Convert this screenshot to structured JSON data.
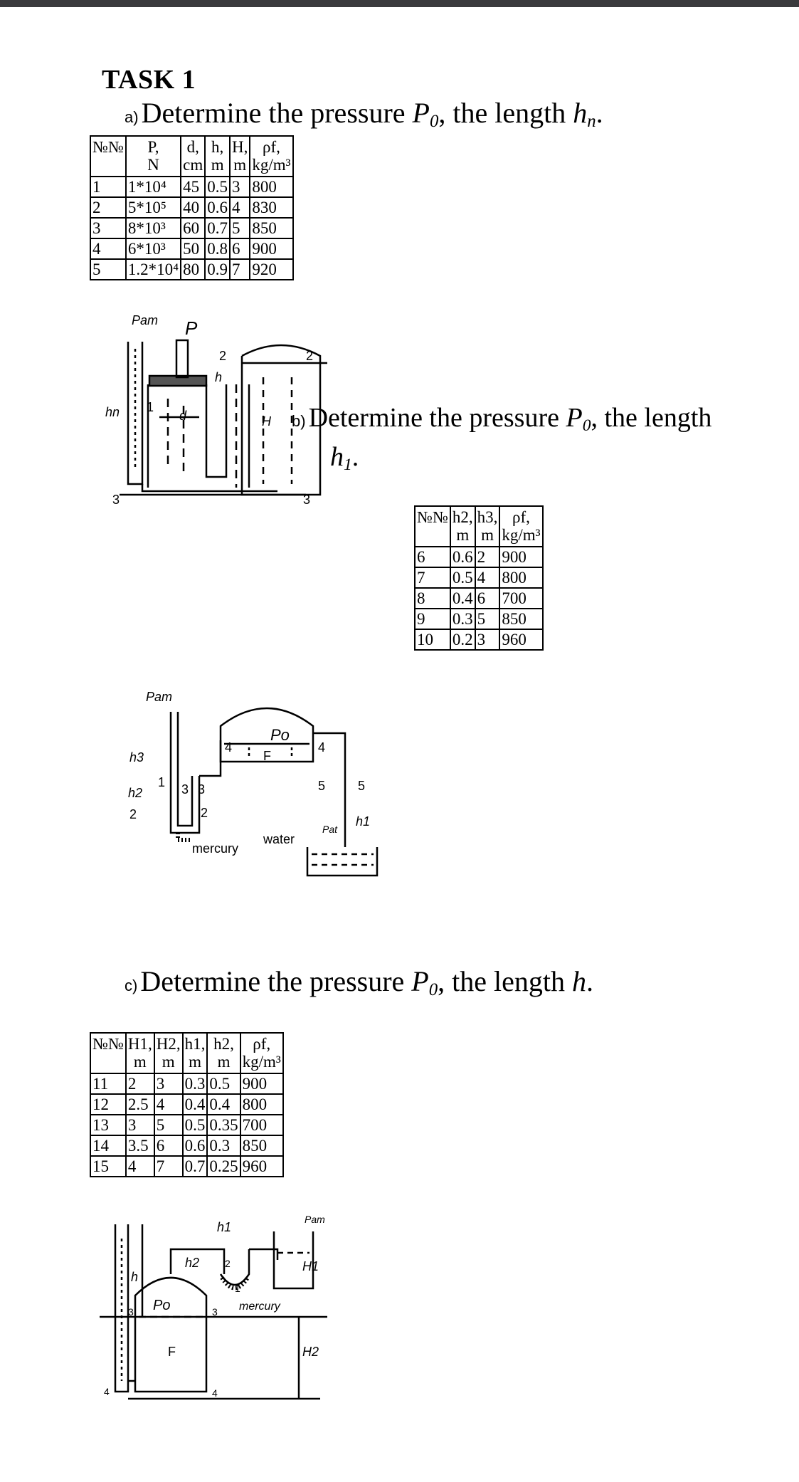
{
  "title": "TASK 1",
  "sections": {
    "a": {
      "marker": "a)",
      "text_before": "Determine the pressure ",
      "var1": "P",
      "sub1": "0",
      "text_middle": ", the length ",
      "var2": "h",
      "sub2": "n",
      "text_after": ".",
      "columns": [
        {
          "l1": "№№",
          "l2": ""
        },
        {
          "l1": "P,",
          "l2": "N"
        },
        {
          "l1": "d,",
          "l2": "cm"
        },
        {
          "l1": "h,",
          "l2": "m"
        },
        {
          "l1": "H,",
          "l2": "m"
        },
        {
          "l1": "ρf,",
          "l2": "kg/m³"
        }
      ],
      "rows": [
        [
          "1",
          "1*10⁴",
          "45",
          "0.5",
          "3",
          "800"
        ],
        [
          "2",
          "5*10⁵",
          "40",
          "0.6",
          "4",
          "830"
        ],
        [
          "3",
          "8*10³",
          "60",
          "0.7",
          "5",
          "850"
        ],
        [
          "4",
          "6*10³",
          "50",
          "0.8",
          "6",
          "900"
        ],
        [
          "5",
          "1.2*10⁴",
          "80",
          "0.9",
          "7",
          "920"
        ]
      ],
      "figure_labels": {
        "p_atm": "Pam",
        "force": "P",
        "hn": "hn",
        "d": "d",
        "h": "h",
        "H": "H",
        "p1": "1",
        "p2": "2",
        "p3": "3",
        "p2r": "2",
        "p3r": "3"
      }
    },
    "b": {
      "marker": "b)",
      "text_before": "Determine the pressure ",
      "var1": "P",
      "sub1": "0",
      "text_middle": ", the length",
      "var2": "h",
      "sub2": "1",
      "text_after": ".",
      "columns": [
        {
          "l1": "№№",
          "l2": ""
        },
        {
          "l1": "h2,",
          "l2": "m"
        },
        {
          "l1": "h3,",
          "l2": "m"
        },
        {
          "l1": "ρf,",
          "l2": "kg/m³"
        }
      ],
      "rows": [
        [
          "6",
          "0.6",
          "2",
          "900"
        ],
        [
          "7",
          "0.5",
          "4",
          "800"
        ],
        [
          "8",
          "0.4",
          "6",
          "700"
        ],
        [
          "9",
          "0.3",
          "5",
          "850"
        ],
        [
          "10",
          "0.2",
          "3",
          "960"
        ]
      ],
      "figure_labels": {
        "p_atm": "Pam",
        "p0": "Po",
        "F": "F",
        "h3": "h3",
        "h2": "h2",
        "h1": "h1",
        "p_at": "Pat",
        "mercury": "mercury",
        "water": "water",
        "n1": "1",
        "n2": "2",
        "n3": "3",
        "n3b": "3",
        "n4": "4",
        "n4b": "4",
        "n5": "5",
        "n5b": "5",
        "n2b": "2"
      }
    },
    "c": {
      "marker": "c)",
      "text_before": "Determine the pressure ",
      "var1": "P",
      "sub1": "0",
      "text_middle": ", the length ",
      "var2": "h",
      "sub2": "",
      "text_after": ".",
      "columns": [
        {
          "l1": "№№",
          "l2": ""
        },
        {
          "l1": "H1,",
          "l2": "m"
        },
        {
          "l1": "H2,",
          "l2": "m"
        },
        {
          "l1": "h1,",
          "l2": "m"
        },
        {
          "l1": "h2,",
          "l2": "m"
        },
        {
          "l1": "ρf,",
          "l2": "kg/m³"
        }
      ],
      "rows": [
        [
          "11",
          "2",
          "3",
          "0.3",
          "0.5",
          "900"
        ],
        [
          "12",
          "2.5",
          "4",
          "0.4",
          "0.4",
          "800"
        ],
        [
          "13",
          "3",
          "5",
          "0.5",
          "0.35",
          "700"
        ],
        [
          "14",
          "3.5",
          "6",
          "0.6",
          "0.3",
          "850"
        ],
        [
          "15",
          "4",
          "7",
          "0.7",
          "0.25",
          "960"
        ]
      ],
      "figure_labels": {
        "p_atm": "Pam",
        "p0": "Po",
        "F": "F",
        "h": "h",
        "h1": "h1",
        "h2": "h2",
        "H1": "H1",
        "H2": "H2",
        "mercury": "mercury",
        "n1": "1",
        "n2": "2",
        "n3": "3",
        "n3b": "3",
        "n4": "4",
        "n4b": "4"
      }
    }
  }
}
